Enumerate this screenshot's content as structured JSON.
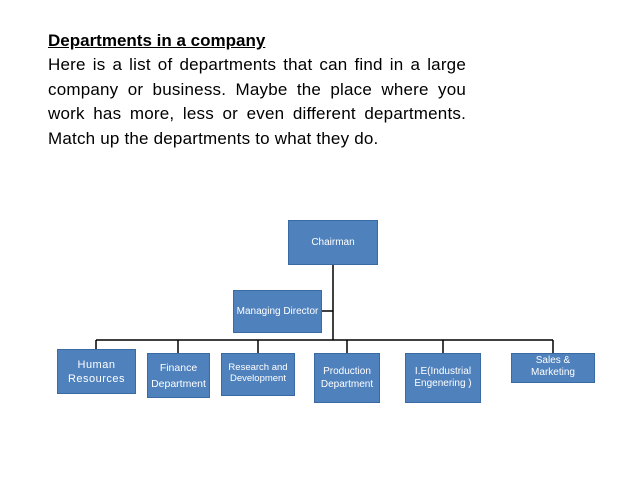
{
  "heading": "Departments in a company",
  "paragraph": "Here is a list of  departments that can find in a large company or business. Maybe the place where you work has more, less or even different departments. Match up the departments to what they do.",
  "chart": {
    "top": "Chairman",
    "assistant": "Managing Director",
    "departments": {
      "hr": "Human\nResources",
      "finance": "Finance\nDepartment",
      "rnd": "Research and\nDevelopment",
      "production": "Production\nDepartment",
      "ie": "I.E(Industrial\nEngenering )",
      "sales": "Sales & Marketing"
    },
    "box_color": "#4f81bd",
    "line_color": "#000000"
  }
}
